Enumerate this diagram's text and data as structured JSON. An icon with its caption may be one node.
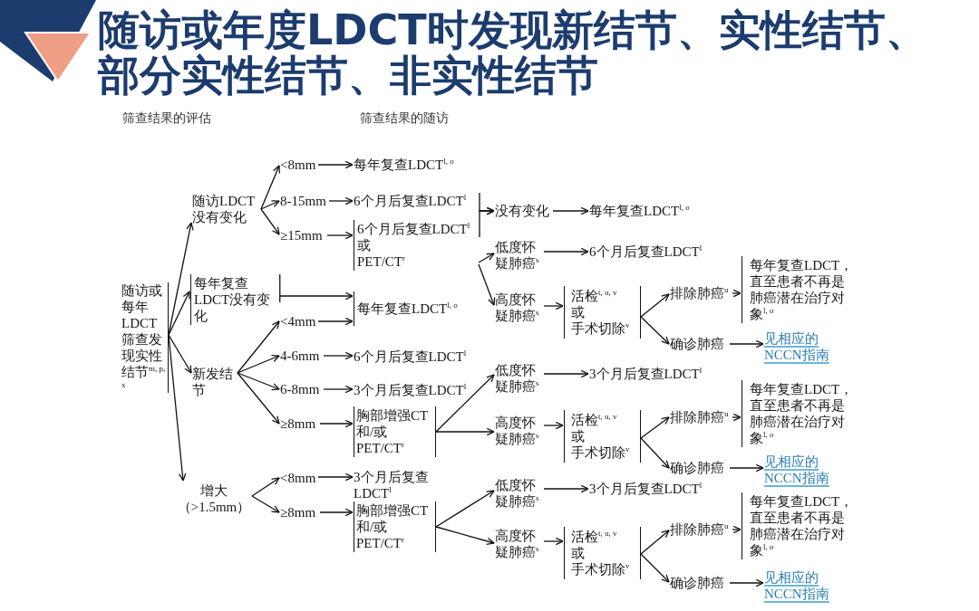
{
  "diagram": {
    "title": "随访或年度LDCT时发现新结节、实性结节、部分实性结节、非实性结节",
    "nodes": [
      {
        "text": [
          "随访或每年LDCT筛查发现实性结节$^{m, p, x}$"
        ]
      },
      {
        "text": [
          "随访LDCT没有变化"
        ]
      },
      {
        "text": [
          "<8mm"
        ]
      },
      {
        "text": [
          "8-15mm"
        ]
      },
      {
        "text": [
          "≥15mm"
        ]
      },
      {
        "text": [
          "每年复查LDCT$^{l, o}$"
        ]
      },
      {
        "text": [
          "6个月后复查LDCT$^{l}$"
        ]
      },
      {
        "text": [
          "6个月后复查LDCT$^{l}$",
          "或",
          "PET/CT$^{r}$"
        ]
      },
      {
        "text": [
          "没有变化"
        ]
      },
      {
        "text": [
          "每年复查LDCT$^{l, o}$"
        ]
      },
      {
        "text": [
          "低度怀疑肺癌$^{s}$"
        ]
      },
      {
        "text": [
          "6个月后复查LDCT$^{l}$"
        ]
      },
      {
        "text": [
          "高度怀疑肺癌$^{s}$"
        ]
      },
      {
        "text": [
          "活检$^{t, u, v}$",
          "或",
          "手术切除$^{v}$"
        ]
      },
      {
        "text": [
          "排除肺癌$^{u}$"
        ]
      },
      {
        "text": [
          "每年复查LDCT，直至患者不再是肺癌潜在治疗对象$^{l, o}$"
        ]
      },
      {
        "text": [
          "确诊肺癌"
        ]
      },
      {
        "text": [
          "见相应的NCCN指南"
        ]
      },
      {
        "text": [
          "每年复查LDCT没有变化"
        ]
      },
      {
        "text": [
          "每年复查LDCT$^{l, o}$"
        ]
      },
      {
        "text": [
          "新发结节"
        ]
      },
      {
        "text": [
          "<4mm"
        ]
      },
      {
        "text": [
          "4-6mm"
        ]
      },
      {
        "text": [
          "6-8mm"
        ]
      },
      {
        "text": [
          "≥8mm"
        ]
      },
      {
        "text": [
          "6个月后复查LDCT$^{l}$"
        ]
      },
      {
        "text": [
          "3个月后复查LDCT$^{l}$"
        ]
      },
      {
        "text": [
          "胸部增强CT",
          "和/或",
          "PET/CT$^{r}$"
        ]
      },
      {
        "text": [
          "低度怀疑肺癌$^{s}$"
        ]
      },
      {
        "text": [
          "3个月后复查LDCT$^{l}$"
        ]
      },
      {
        "text": [
          "高度怀疑肺癌$^{s}$"
        ]
      },
      {
        "text": [
          "活检$^{t, u, v}$",
          "或",
          "手术切除$^{v}$"
        ]
      },
      {
        "text": [
          "排除肺癌$^{u}$"
        ]
      },
      {
        "text": [
          "每年复查LDCT，直至患者不再是肺癌潜在治疗对象$^{l, o}$"
        ]
      },
      {
        "text": [
          "确诊肺癌"
        ]
      },
      {
        "text": [
          "见相应的NCCN指南"
        ]
      },
      {
        "text": [
          "增大（>1.5mm）"
        ]
      },
      {
        "text": [
          "<8mm"
        ]
      },
      {
        "text": [
          "≥8mm"
        ]
      },
      {
        "text": [
          "3个月后复查LDCT$^{l}$"
        ]
      },
      {
        "text": [
          "胸部增强CT",
          "和/或",
          "PET/CT$^{r}$"
        ]
      },
      {
        "text": [
          "低度怀疑肺癌$^{s}$"
        ]
      },
      {
        "text": [
          "3个月后复查LDCT$^{l}$"
        ]
      },
      {
        "text": [
          "高度怀疑肺癌$^{s}$"
        ]
      },
      {
        "text": [
          "活检$^{t, u, v}$",
          "或",
          "手术切除$^{v}$"
        ]
      },
      {
        "text": [
          "排除肺癌$^{u}$"
        ]
      },
      {
        "text": [
          "每年复查LDCT，直至患者不再是肺癌潜在治疗对象$^{l, o}$"
        ]
      },
      {
        "text": [
          "确诊肺癌"
        ]
      },
      {
        "text": [
          "见相应的NCCN指南"
        ]
      }
    ],
    "edges": [
      {
        "from": 0,
        "to": 1,
        "arrow": "to"
      },
      {
        "from": 0,
        "to": 18,
        "arrow": "to"
      },
      {
        "from": 0,
        "to": 20,
        "arrow": "to"
      },
      {
        "from": 0,
        "to": 36,
        "arrow": "to"
      },
      {
        "from": 1,
        "to": 2,
        "arrow": "to"
      },
      {
        "from": 1,
        "to": 3,
        "arrow": "to"
      },
      {
        "from": 1,
        "to": 4,
        "arrow": "to"
      },
      {
        "from": 2,
        "to": 5,
        "arrow": "to"
      },
      {
        "from": 3,
        "to": 6,
        "arrow": "to"
      },
      {
        "from": 4,
        "to": 7,
        "arrow": "to"
      },
      {
        "from": 6,
        "to": 8,
        "arrow": "to"
      },
      {
        "from": 7,
        "to": 8,
        "arrow": "to"
      },
      {
        "from": 8,
        "to": 9,
        "arrow": "to"
      },
      {
        "from": 7,
        "to": 10,
        "arrow": "to"
      },
      {
        "from": 7,
        "to": 12,
        "arrow": "to"
      },
      {
        "from": 10,
        "to": 11,
        "arrow": "to"
      },
      {
        "from": 12,
        "to": 13,
        "arrow": "to"
      },
      {
        "from": 13,
        "to": 14,
        "arrow": "to"
      },
      {
        "from": 13,
        "to": 16,
        "arrow": "to"
      },
      {
        "from": 14,
        "to": 15,
        "arrow": "to"
      },
      {
        "from": 16,
        "to": 17,
        "arrow": "to"
      },
      {
        "from": 18,
        "to": 19,
        "arrow": "to"
      },
      {
        "from": 20,
        "to": 21,
        "arrow": "to"
      },
      {
        "from": 20,
        "to": 22,
        "arrow": "to"
      },
      {
        "from": 20,
        "to": 23,
        "arrow": "to"
      },
      {
        "from": 20,
        "to": 24,
        "arrow": "to"
      },
      {
        "from": 21,
        "to": 19,
        "arrow": "to"
      },
      {
        "from": 22,
        "to": 25,
        "arrow": "to"
      },
      {
        "from": 23,
        "to": 26,
        "arrow": "to"
      },
      {
        "from": 24,
        "to": 27,
        "arrow": "to"
      },
      {
        "from": 27,
        "to": 28,
        "arrow": "to"
      },
      {
        "from": 27,
        "to": 30,
        "arrow": "to"
      },
      {
        "from": 28,
        "to": 29,
        "arrow": "to"
      },
      {
        "from": 30,
        "to": 31,
        "arrow": "to"
      },
      {
        "from": 31,
        "to": 32,
        "arrow": "to"
      },
      {
        "from": 31,
        "to": 34,
        "arrow": "to"
      },
      {
        "from": 32,
        "to": 33,
        "arrow": "to"
      },
      {
        "from": 34,
        "to": 35,
        "arrow": "to"
      },
      {
        "from": 36,
        "to": 37,
        "arrow": "to"
      },
      {
        "from": 36,
        "to": 38,
        "arrow": "to"
      },
      {
        "from": 37,
        "to": 39,
        "arrow": "to"
      },
      {
        "from": 38,
        "to": 40,
        "arrow": "to"
      },
      {
        "from": 40,
        "to": 41,
        "arrow": "to"
      },
      {
        "from": 40,
        "to": 43,
        "arrow": "to"
      },
      {
        "from": 41,
        "to": 42,
        "arrow": "to"
      },
      {
        "from": 43,
        "to": 44,
        "arrow": "to"
      },
      {
        "from": 44,
        "to": 45,
        "arrow": "to"
      },
      {
        "from": 44,
        "to": 47,
        "arrow": "to"
      },
      {
        "from": 45,
        "to": 46,
        "arrow": "to"
      },
      {
        "from": 47,
        "to": 48,
        "arrow": "to"
      }
    ],
    "labels": [
      "筛查结果的评估",
      "筛查结果的随访"
    ]
  }
}
